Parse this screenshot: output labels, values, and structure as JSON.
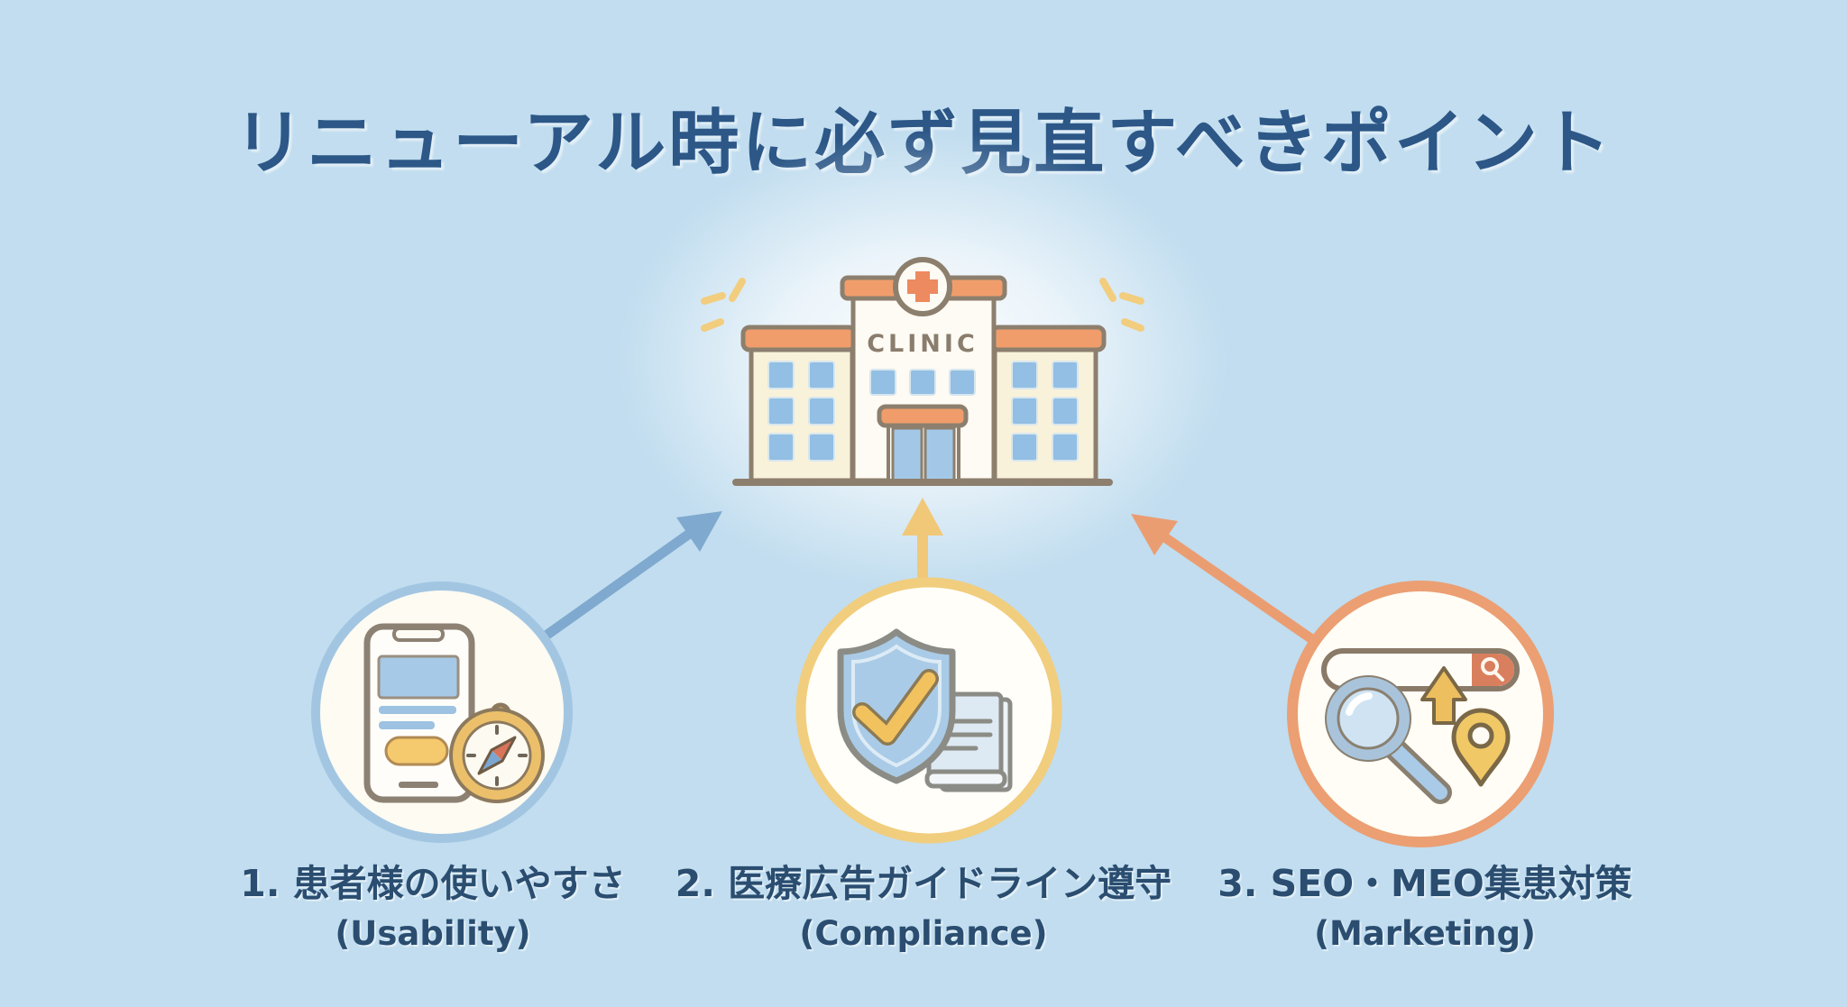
{
  "title": "リニューアル時に必ず見直すべきポイント",
  "building": {
    "sign": "CLINIC"
  },
  "items": [
    {
      "label_jp": "1. 患者様の使いやすさ",
      "label_en": "(Usability)",
      "icon": "smartphone-compass-icon",
      "accent": "#a2c6e2"
    },
    {
      "label_jp": "2. 医療広告ガイドライン遵守",
      "label_en": "(Compliance)",
      "icon": "shield-check-book-icon",
      "accent": "#f1cd7e"
    },
    {
      "label_jp": "3. SEO・MEO集患対策",
      "label_en": "(Marketing)",
      "icon": "search-seo-map-icon",
      "accent": "#eb9f73"
    }
  ],
  "colors": {
    "background": "#c1ddef",
    "title": "#2c5787",
    "label": "#2a4d70",
    "arrow_blue": "#7fa9cf",
    "arrow_yellow": "#f1c878",
    "arrow_orange": "#eb9d72",
    "building_outline": "#8d7f6e",
    "building_accent_orange": "#f09d6b",
    "window_blue": "#92bfe3",
    "wing_cream": "#f9f2da"
  }
}
